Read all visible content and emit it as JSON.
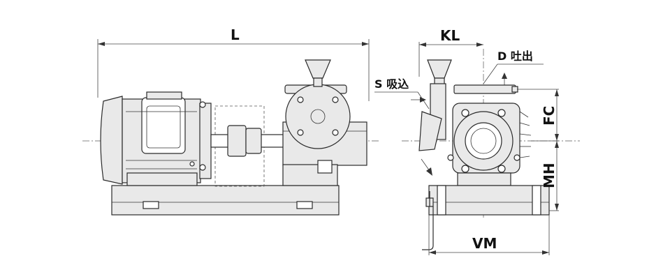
{
  "labels": {
    "overall_length": "L",
    "kl": "KL",
    "discharge": "D 吐出",
    "suction": "S 吸込",
    "fc": "FC",
    "mh": "MH",
    "vm": "VM"
  }
}
